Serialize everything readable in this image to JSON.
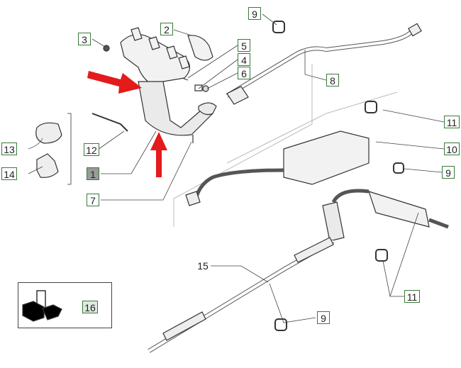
{
  "diagram": {
    "labels": {
      "p1": "1",
      "p2": "2",
      "p3": "3",
      "p4": "4",
      "p5": "5",
      "p6": "6",
      "p7": "7",
      "p8": "8",
      "p9a": "9",
      "p9b": "9",
      "p9c": "9",
      "p10": "10",
      "p11a": "11",
      "p11b": "11",
      "p12": "12",
      "p13": "13",
      "p14": "14",
      "p15": "15",
      "p16": "16"
    },
    "selected_part": "1",
    "colors": {
      "arrow": "#e31b1b",
      "label_border": "#3a7a3a",
      "selected_bg": "#999999"
    }
  }
}
